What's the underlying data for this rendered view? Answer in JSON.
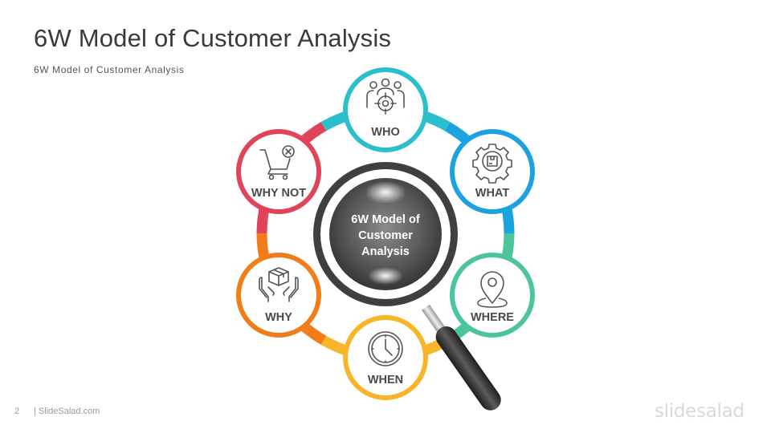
{
  "slide": {
    "title": "6W Model of Customer Analysis",
    "subtitle": "6W Model of Customer Analysis",
    "page_number": "2",
    "footer_site": "| SlideSalad.com",
    "brand": "slidesalad"
  },
  "center": {
    "lines": [
      "6W Model of",
      "Customer",
      "Analysis"
    ]
  },
  "nodes": [
    {
      "label": "WHO",
      "color": "#2bbfcd",
      "icon": "target-group-icon"
    },
    {
      "label": "WHAT",
      "color": "#1aa3e0",
      "icon": "gear-box-icon"
    },
    {
      "label": "WHERE",
      "color": "#4dc59a",
      "icon": "location-pin-icon"
    },
    {
      "label": "WHEN",
      "color": "#f7b529",
      "icon": "clock-icon"
    },
    {
      "label": "WHY",
      "color": "#f07d1a",
      "icon": "hands-box-icon"
    },
    {
      "label": "WHY NOT",
      "color": "#e04458",
      "icon": "cart-cancel-icon"
    }
  ]
}
